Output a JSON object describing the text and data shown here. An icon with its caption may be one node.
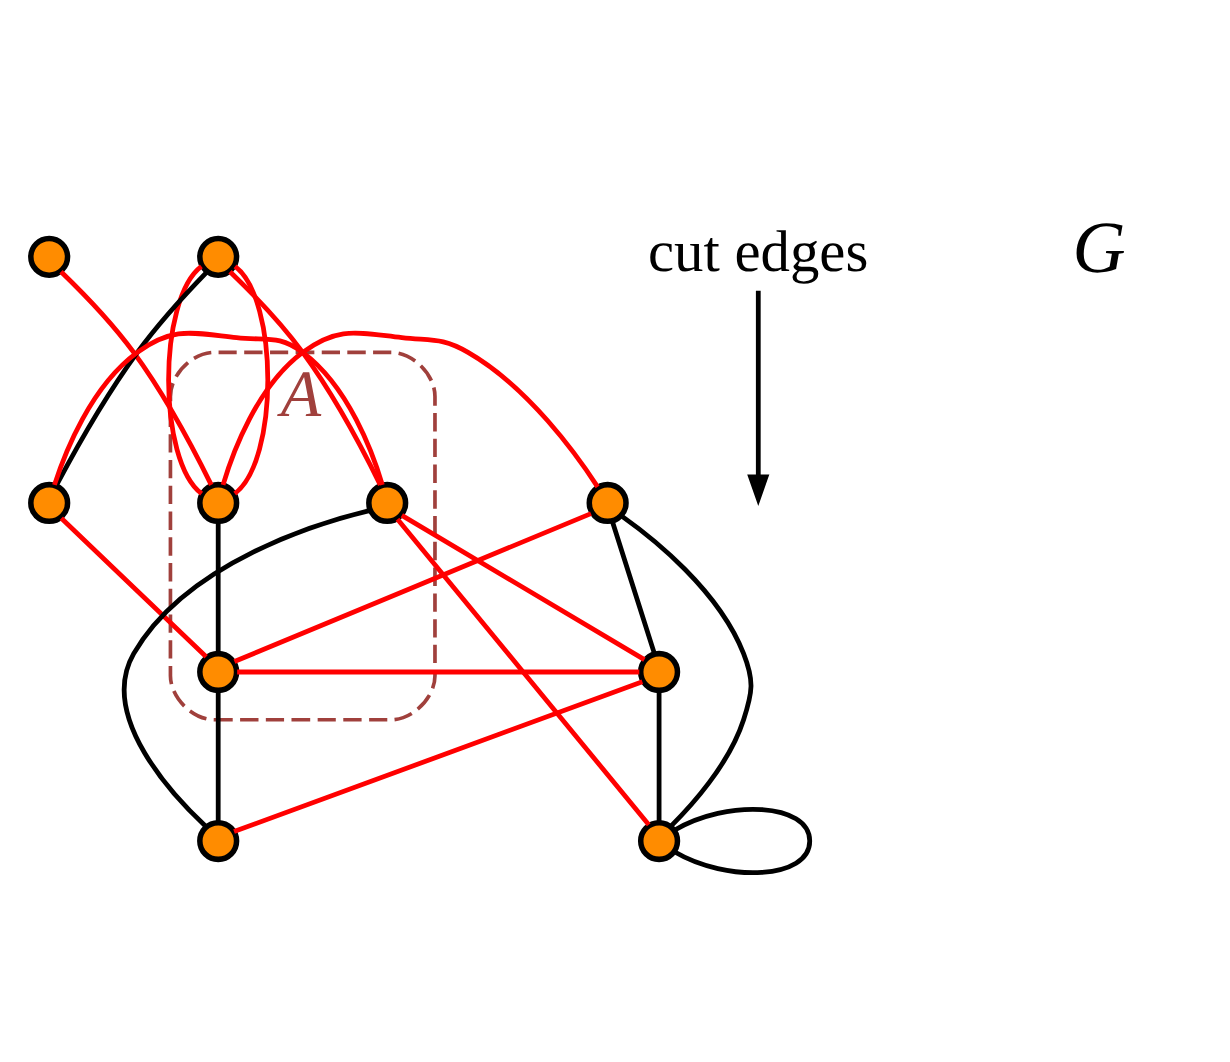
{
  "diagram": {
    "nodes": [
      {
        "text": [],
        "shape": "circle"
      },
      {
        "text": [
          "A"
        ]
      },
      {
        "text": [],
        "shape": "circle",
        "in": 1
      },
      {
        "text": [],
        "shape": "circle"
      },
      {
        "text": [],
        "shape": "circle"
      },
      {
        "text": [],
        "shape": "circle",
        "in": 1
      },
      {
        "text": [],
        "shape": "circle"
      },
      {
        "text": [],
        "shape": "circle"
      },
      {
        "text": [],
        "shape": "circle"
      },
      {
        "text": [],
        "shape": "circle"
      },
      {
        "text": [],
        "shape": "circle",
        "in": 1
      },
      {
        "text": [
          "cut edges"
        ]
      }
    ],
    "edges": [
      {
        "from": 0,
        "to": 2,
        "arrow": "none"
      },
      {
        "from": 2,
        "to": 3,
        "arrow": "none"
      },
      {
        "from": 2,
        "to": 4,
        "arrow": "none"
      },
      {
        "from": 4,
        "to": 2,
        "arrow": "none"
      },
      {
        "from": 2,
        "to": 5,
        "arrow": "none",
        "color": "#000000"
      },
      {
        "from": 3,
        "to": 5,
        "arrow": "none"
      },
      {
        "from": 3,
        "to": 6,
        "arrow": "none",
        "color": "#000000"
      },
      {
        "from": 3,
        "to": 7,
        "arrow": "none",
        "color": "#000000"
      },
      {
        "from": 6,
        "to": 7,
        "arrow": "none",
        "color": "#000000"
      },
      {
        "from": 7,
        "to": 7,
        "arrow": "none",
        "color": "#000000"
      },
      {
        "from": 5,
        "to": 6,
        "arrow": "none"
      },
      {
        "from": 5,
        "to": 8,
        "arrow": "none"
      },
      {
        "from": 5,
        "to": 9,
        "arrow": "none",
        "color": "#000000"
      },
      {
        "from": 4,
        "to": 8,
        "arrow": "none",
        "color": "#000000"
      },
      {
        "from": 4,
        "to": 10,
        "arrow": "none"
      },
      {
        "from": 8,
        "to": 10,
        "arrow": "none"
      },
      {
        "from": 9,
        "to": 10,
        "arrow": "none",
        "color": "#000000"
      },
      {
        "from": 6,
        "to": 9,
        "arrow": "none"
      },
      {
        "from": 6,
        "to": 10,
        "arrow": "none"
      },
      {
        "from": 7,
        "to": 10,
        "arrow": "none"
      },
      {
        "from": 11,
        "to": null,
        "arrow": "to",
        "color": "#000000"
      }
    ],
    "labels": [
      "G"
    ]
  }
}
